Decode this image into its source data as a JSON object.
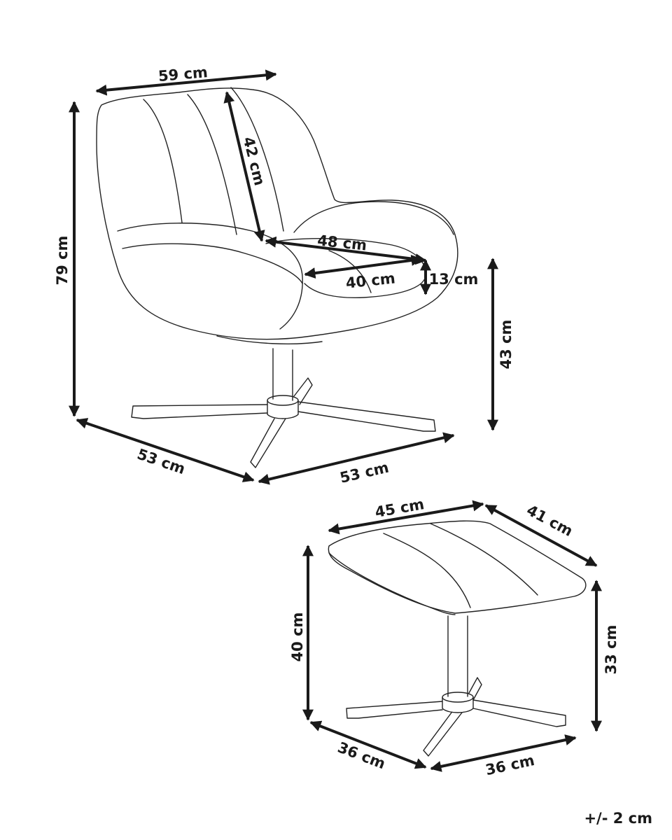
{
  "chair": {
    "dimensions": {
      "width": "59 cm",
      "height": "79 cm",
      "backrest_height": "42 cm",
      "seat_width": "48 cm",
      "seat_depth": "40 cm",
      "armrest_height": "13 cm",
      "seat_height": "43 cm",
      "base_left": "53 cm",
      "base_right": "53 cm"
    }
  },
  "footstool": {
    "dimensions": {
      "width": "45 cm",
      "depth": "41 cm",
      "height_front": "40 cm",
      "height_back": "33 cm",
      "base_left": "36 cm",
      "base_right": "36 cm"
    }
  },
  "tolerance": "+/- 2 cm"
}
